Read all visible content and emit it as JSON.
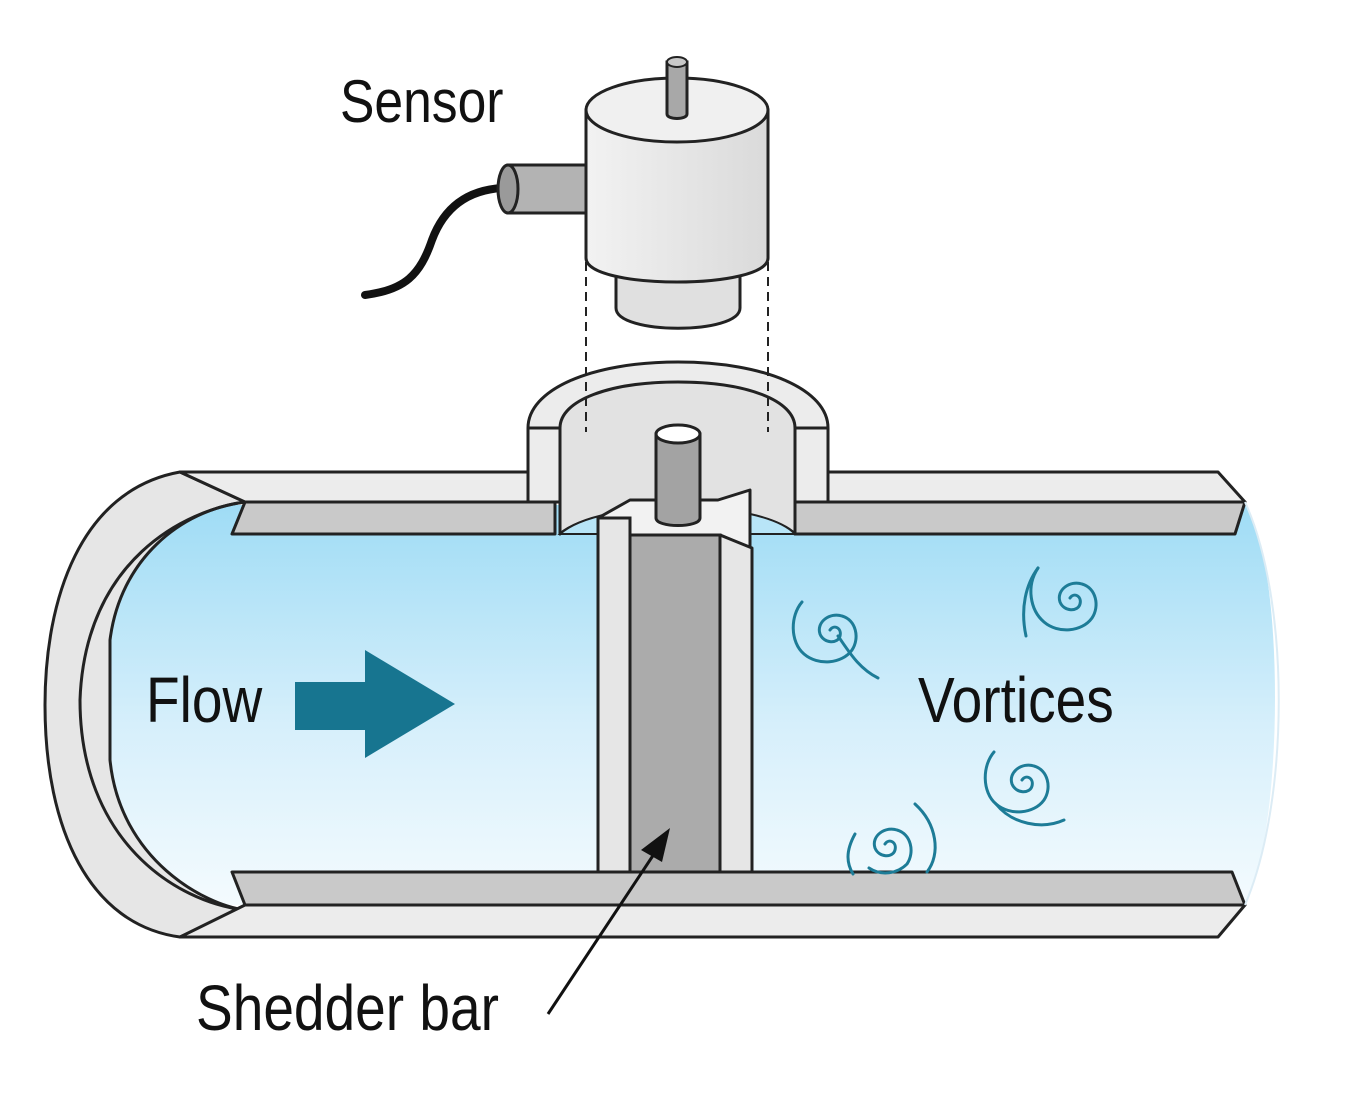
{
  "labels": {
    "sensor": "Sensor",
    "flow": "Flow",
    "vortices": "Vortices",
    "shedder_bar": "Shedder bar"
  },
  "colors": {
    "water_top": "#9fdcf5",
    "water_mid": "#dff3fc",
    "pipe_wall": "#eaeaea",
    "pipe_inner": "#bdbdbd",
    "shedder_core": "#a9a9a9",
    "flow_arrow": "#177590",
    "vortex": "#1d7c97",
    "outline": "#222222"
  },
  "icons": {
    "flow_arrow": "arrow-right-icon",
    "vortex": "spiral-icon",
    "callout": "arrow-icon"
  }
}
